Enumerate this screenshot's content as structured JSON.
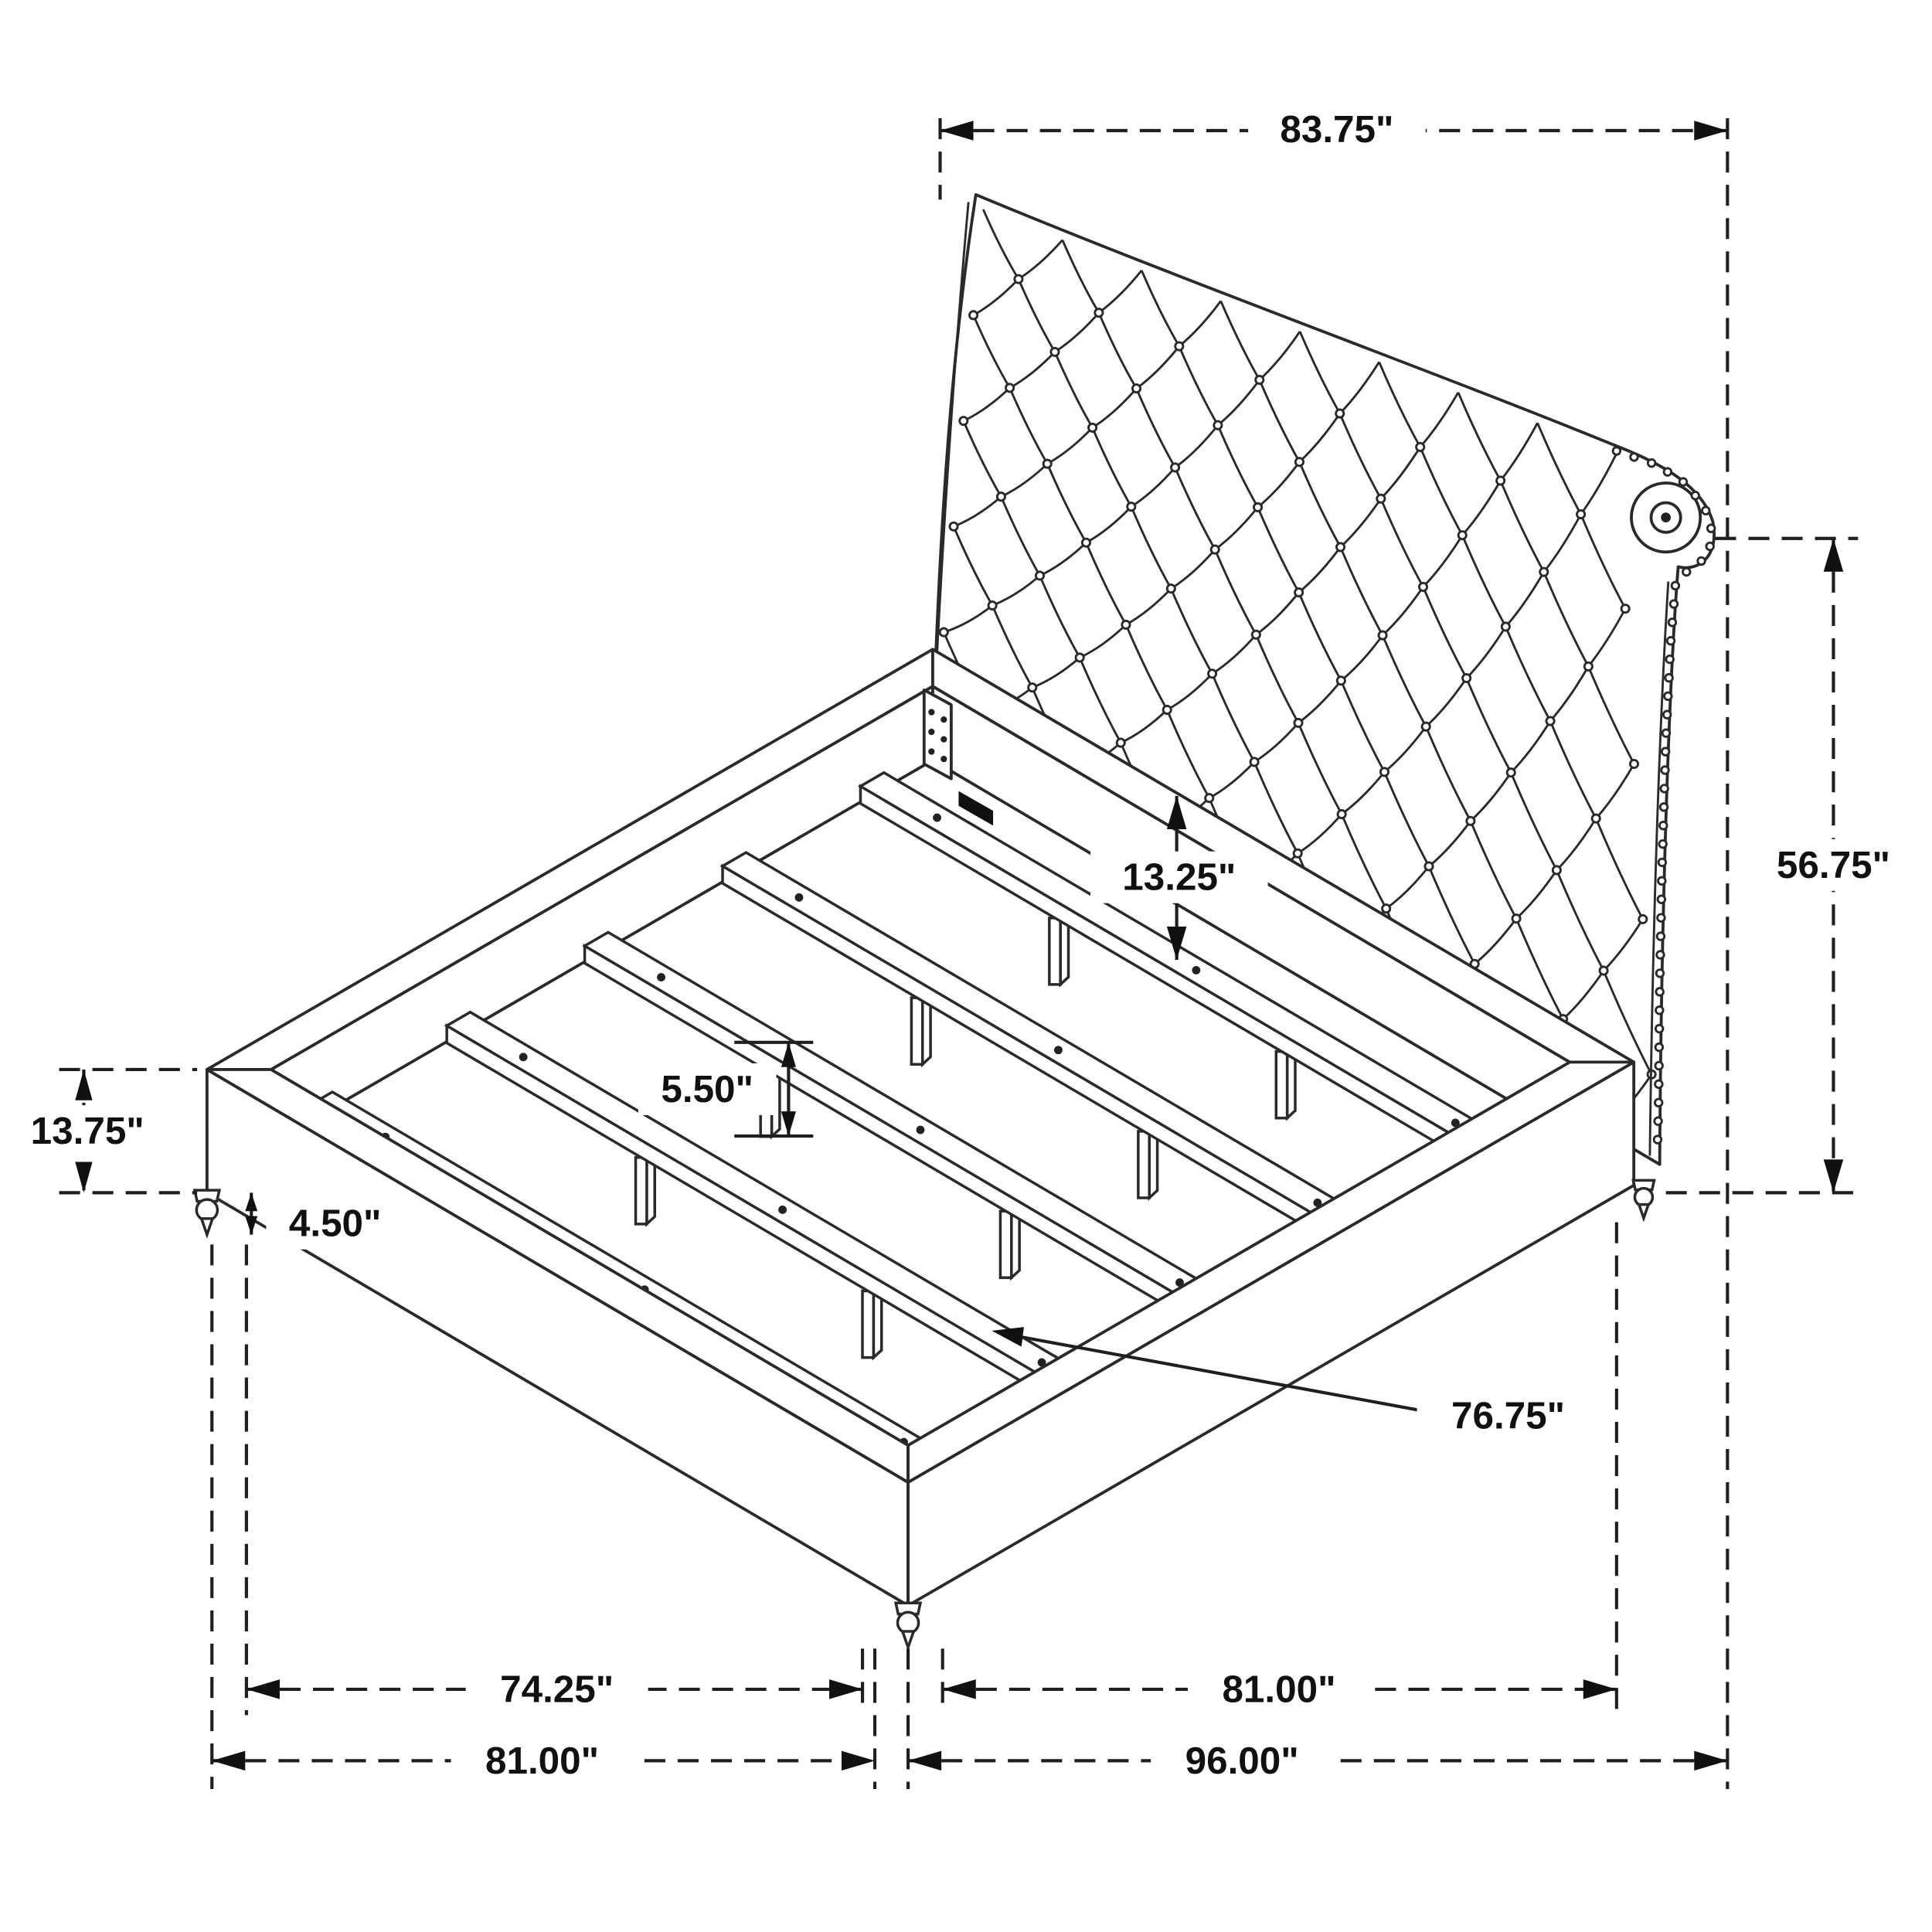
{
  "diagram": {
    "labels": {
      "headboard_width": "83.75\"",
      "headboard_height": "56.75\"",
      "headboard_to_slats": "13.25\"",
      "slat_support_height": "5.50\"",
      "side_rail_height": "13.75\"",
      "leg_height": "4.50\"",
      "slat_length": "76.75\"",
      "side_inner_length": "74.25\"",
      "width_inner": "81.00\"",
      "side_outer_length": "81.00\"",
      "width_outer": "96.00\""
    }
  }
}
